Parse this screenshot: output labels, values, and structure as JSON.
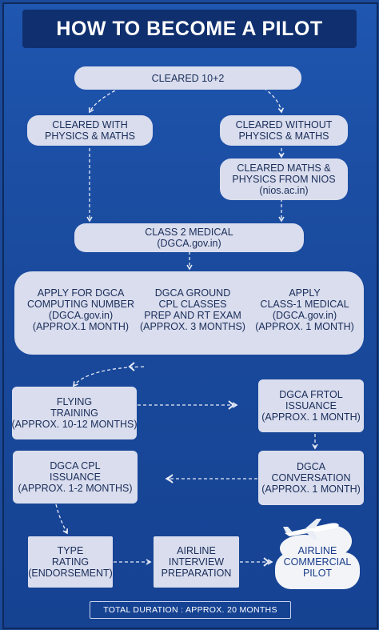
{
  "title": "HOW TO BECOME A PILOT",
  "nodes": {
    "cleared_10_2": [
      "CLEARED 10+2"
    ],
    "with_physics": [
      "CLEARED WITH",
      "PHYSICS & MATHS"
    ],
    "without_physics": [
      "CLEARED WITHOUT",
      "PHYSICS & MATHS"
    ],
    "nios": [
      "CLEARED MATHS &",
      "PHYSICS FROM NIOS",
      "(nios.ac.in)"
    ],
    "class2": [
      "CLASS 2 MEDICAL",
      "(DGCA.gov.in)"
    ],
    "computing_number": [
      "APPLY FOR DGCA",
      "COMPUTING NUMBER",
      "(DGCA.gov.in)",
      "(APPROX.1 MONTH)"
    ],
    "ground_classes": [
      "DGCA GROUND",
      "CPL CLASSES",
      "PREP AND RT EXAM",
      "(APPROX. 3 MONTHS)"
    ],
    "class1": [
      "APPLY",
      "CLASS-1 MEDICAL",
      "(DGCA.gov.in)",
      "(APPROX. 1 MONTH)"
    ],
    "flying_training": [
      "FLYING",
      "TRAINING",
      "(APPROX. 10-12 MONTHS)"
    ],
    "frtol": [
      "DGCA FRTOL",
      "ISSUANCE",
      "(APPROX. 1 MONTH)"
    ],
    "cpl_issuance": [
      "DGCA CPL",
      "ISSUANCE",
      "(APPROX. 1-2 MONTHS)"
    ],
    "conversation": [
      "DGCA",
      "CONVERSATION",
      "(APPROX. 1 MONTH)"
    ],
    "type_rating": [
      "TYPE",
      "RATING",
      "(ENDORSEMENT)"
    ],
    "airline_interview": [
      "AIRLINE",
      "INTERVIEW",
      "PREPARATION"
    ],
    "airline_pilot": [
      "AIRLINE",
      "COMMERCIAL",
      "PILOT"
    ]
  },
  "footer": "TOTAL DURATION : APPROX. 20 MONTHS",
  "colors": {
    "background": "#1b4a9a",
    "header": "#0f2f6e",
    "box": "#d9dded",
    "box_text": "#1a2d5a",
    "arrow": "#e8ecf6",
    "dash_red": "#d23a3a"
  }
}
